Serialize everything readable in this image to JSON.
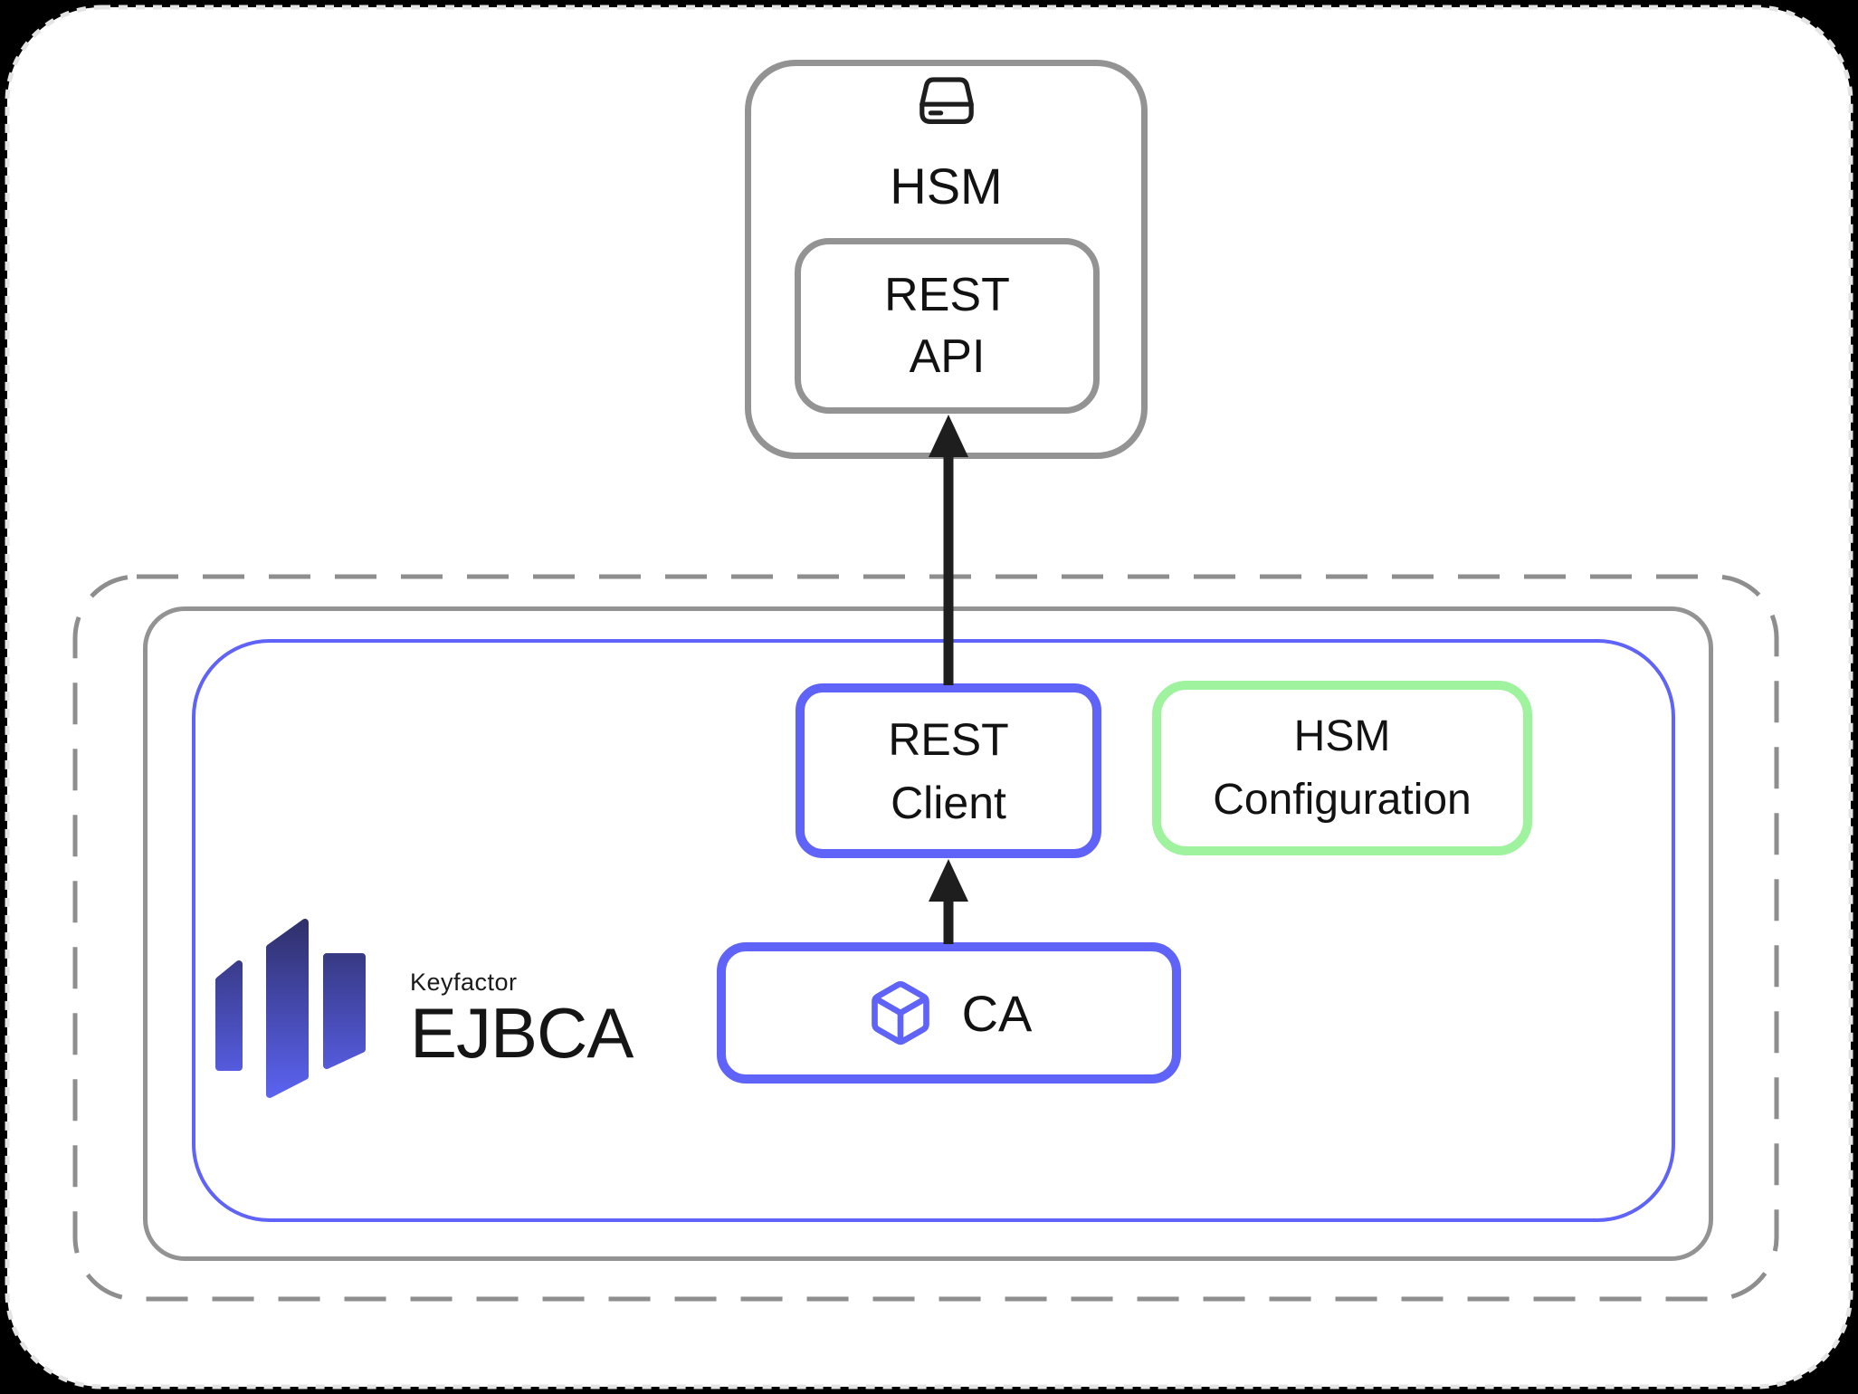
{
  "page": {
    "type": "architecture-diagram",
    "background": "#000000",
    "card_color": "#ffffff"
  },
  "colors": {
    "background": "#000000",
    "card_bg": "#ffffff",
    "card_edge": "#e4e4e4",
    "gray_border": "#939393",
    "boundary_gray": "#8e8e8e",
    "blue_accent": "#5f63f7",
    "green_accent": "#9ff39e",
    "arrow_color": "#1e1e1e",
    "text_color": "#121212",
    "logo_top": "#2e2e66",
    "logo_bottom": "#5c64f4"
  },
  "diagram": {
    "hsm_group": {
      "title": "HSM",
      "icon": "hsm-device-icon",
      "rest_api": {
        "line1": "REST",
        "line2": "API"
      }
    },
    "ejbca_group": {
      "logo": {
        "brand": "Keyfactor",
        "product": "EJBCA",
        "icon": "keyfactor-bars-icon"
      },
      "rest_client": {
        "line1": "REST",
        "line2": "Client"
      },
      "hsm_configuration": {
        "line1": "HSM",
        "line2": "Configuration"
      },
      "ca": {
        "label": "CA",
        "icon": "cube-icon"
      }
    },
    "connections": [
      {
        "from": "CA",
        "to": "REST Client",
        "type": "arrow-up"
      },
      {
        "from": "REST Client",
        "to": "REST API",
        "type": "arrow-up"
      }
    ]
  }
}
